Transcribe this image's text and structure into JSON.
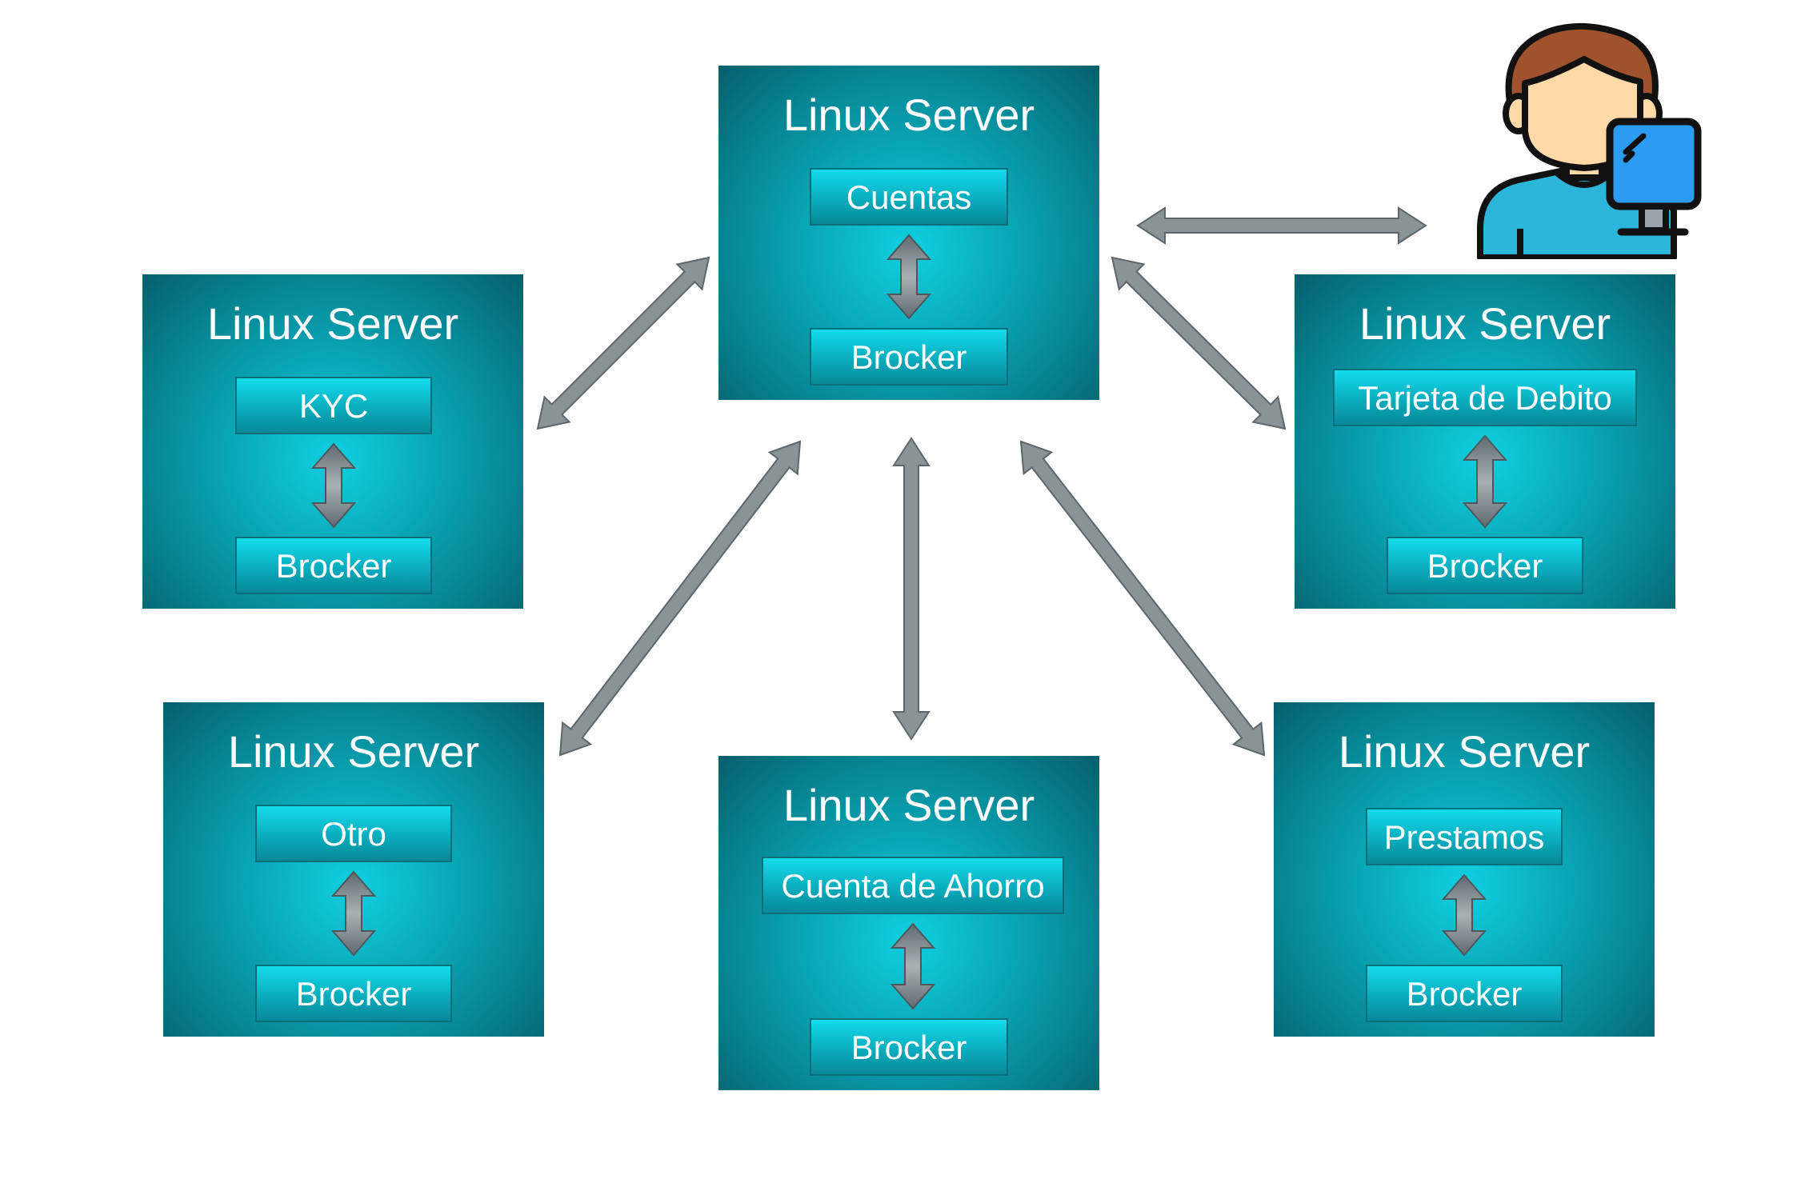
{
  "servers": [
    {
      "title": "Linux Server",
      "service": "Cuentas",
      "broker": "Brocker"
    },
    {
      "title": "Linux Server",
      "service": "KYC",
      "broker": "Brocker"
    },
    {
      "title": "Linux Server",
      "service": "Tarjeta de Debito",
      "broker": "Brocker"
    },
    {
      "title": "Linux Server",
      "service": "Otro",
      "broker": "Brocker"
    },
    {
      "title": "Linux Server",
      "service": "Cuenta de Ahorro",
      "broker": "Brocker"
    },
    {
      "title": "Linux Server",
      "service": "Prestamos",
      "broker": "Brocker"
    }
  ],
  "colors": {
    "server_fill": "#0aa7b7",
    "arrow_fill": "#8a9398",
    "user_skin": "#fdd9a8",
    "user_hair": "#a0522d",
    "user_shirt": "#2bb5d8",
    "monitor": "#2b9cf0"
  },
  "icons": {
    "user": "user-with-computer-icon"
  }
}
